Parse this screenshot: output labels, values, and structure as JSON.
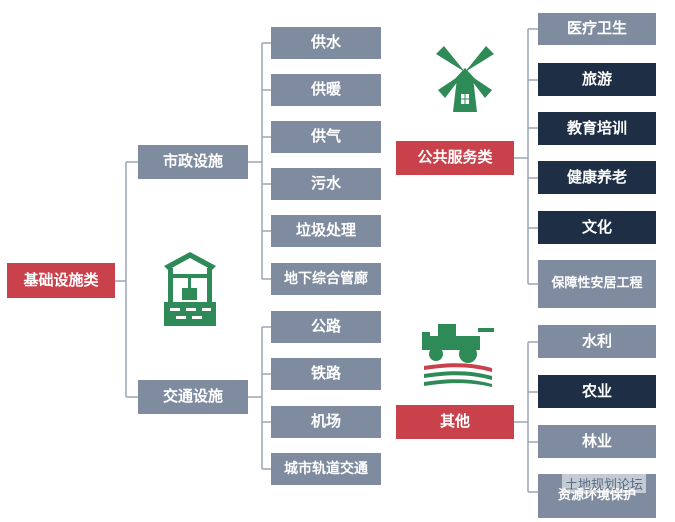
{
  "root": "基础设施类",
  "municipal": {
    "label": "市政设施",
    "items": [
      "供水",
      "供暖",
      "供气",
      "污水",
      "垃圾处理",
      "地下综合管廊"
    ]
  },
  "transport": {
    "label": "交通设施",
    "items": [
      "公路",
      "铁路",
      "机场",
      "城市轨道交通"
    ]
  },
  "public_service": {
    "label": "公共服务类",
    "items": [
      "医疗卫生",
      "旅游",
      "教育培训",
      "健康养老",
      "文化",
      "保障性安居工程"
    ]
  },
  "other": {
    "label": "其他",
    "items": [
      "水利",
      "农业",
      "林业",
      "资源环境保护"
    ]
  },
  "watermark": "土地规划论坛",
  "colors": {
    "red": "#c8414b",
    "gray": "#7f8ca0",
    "navy": "#1e2f45",
    "green": "#2e8b57"
  }
}
